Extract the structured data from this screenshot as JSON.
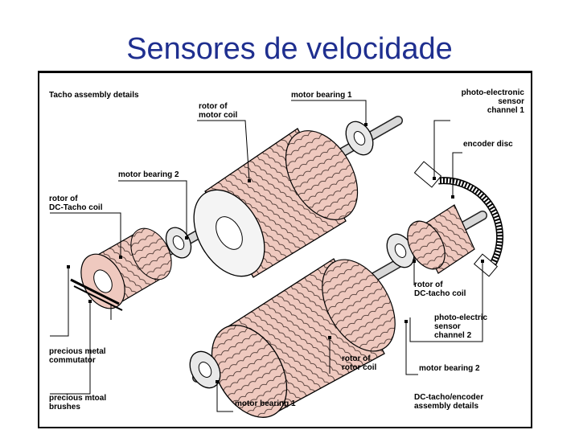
{
  "slide": {
    "title": "Sensores de velocidade"
  },
  "colors": {
    "title": "#1f2f8f",
    "roller": "#efc9bf",
    "stroke": "#000000"
  },
  "labels": {
    "tacho_assembly": "Tacho assembly details",
    "rotor_motor_coil_top": "rotor of\nmotor coil",
    "motor_bearing_1_top": "motor bearing 1",
    "photo_sensor_1": "photo-electronic\nsensor\nchannel 1",
    "encoder_disc": "encoder disc",
    "motor_bearing_2_left": "motor bearing 2",
    "rotor_dc_tacho_left": "rotor of\nDC-Tacho coil",
    "rotor_dc_tacho_right": "rotor of\nDC-tacho coil",
    "photo_sensor_2": "photo-electric\nsensor\nchannel 2",
    "precious_metal_commutator": "precious metal\ncommutator",
    "rotor_motor_coil_bottom": "rotor of\nrotor coil",
    "motor_bearing_2_right": "motor bearing 2",
    "precious_metal_brushes": "precious mtoal\nbrushes",
    "motor_bearing_1_bottom": "motor bearing 1",
    "dc_tacho_encoder": "DC-tacho/encoder\nassembly details"
  }
}
